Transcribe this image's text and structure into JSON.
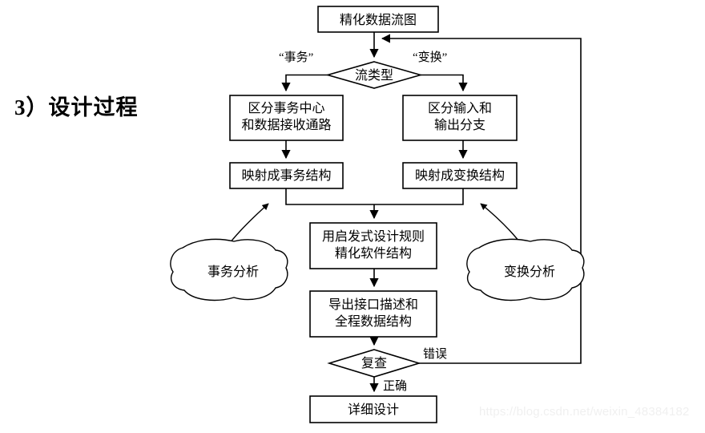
{
  "page": {
    "section_label": "3）设计过程",
    "watermark": "https://blog.csdn.net/weixin_48384182",
    "background_color": "#ffffff",
    "stroke_color": "#000000",
    "node_fill": "#ffffff"
  },
  "diagram": {
    "type": "flowchart",
    "title": "设计过程 流程图",
    "nodes": [
      {
        "id": "n1",
        "shape": "process",
        "label": "精化数据流图"
      },
      {
        "id": "n2",
        "shape": "decision",
        "label": "流类型"
      },
      {
        "id": "n3",
        "shape": "process",
        "label_line1": "区分事务中心",
        "label_line2": "和数据接收通路"
      },
      {
        "id": "n4",
        "shape": "process",
        "label_line1": "区分输入和",
        "label_line2": "输出分支"
      },
      {
        "id": "n5",
        "shape": "process",
        "label": "映射成事务结构"
      },
      {
        "id": "n6",
        "shape": "process",
        "label": "映射成变换结构"
      },
      {
        "id": "n7",
        "shape": "process",
        "label_line1": "用启发式设计规则",
        "label_line2": "精化软件结构"
      },
      {
        "id": "n8",
        "shape": "process",
        "label_line1": "导出接口描述和",
        "label_line2": "全程数据结构"
      },
      {
        "id": "n9",
        "shape": "decision",
        "label": "复查"
      },
      {
        "id": "n10",
        "shape": "process",
        "label": "详细设计"
      },
      {
        "id": "c1",
        "shape": "cloud",
        "label": "事务分析"
      },
      {
        "id": "c2",
        "shape": "cloud",
        "label": "变换分析"
      }
    ],
    "edge_labels": {
      "branch_left": "“事务”",
      "branch_right": "“变换”",
      "review_error": "错误",
      "review_ok": "正确"
    }
  }
}
